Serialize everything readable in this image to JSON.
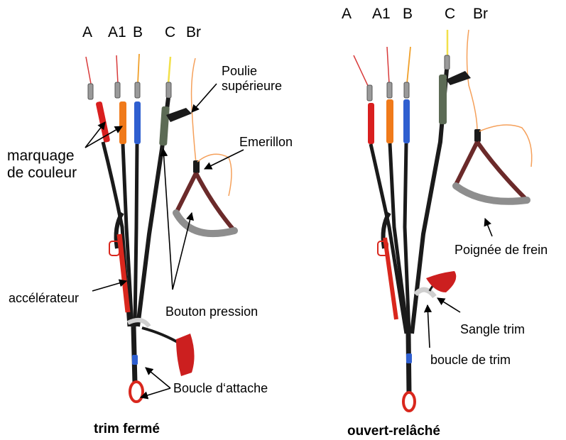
{
  "diagram": {
    "left": {
      "riser_labels": [
        "A",
        "A1",
        "B",
        "C",
        "Br"
      ],
      "labels": {
        "poulie": "Poulie\nsupérieure",
        "emerillon": "Emerillon",
        "marquage": "marquage\nde couleur",
        "accelerateur": "accélérateur",
        "bouton_pression": "Bouton pression",
        "boucle_attache": "Boucle d‘attache"
      },
      "caption": "trim fermé"
    },
    "right": {
      "riser_labels": [
        "A",
        "A1",
        "B",
        "C",
        "Br"
      ],
      "labels": {
        "poignee": "Poignée de frein",
        "sangle_trim": "Sangle trim",
        "boucle_trim": "boucle de trim"
      },
      "caption": "ouvert-relâché"
    },
    "colors": {
      "line_a": "#d83a3a",
      "a_marker": "#d91f1f",
      "a1_marker": "#f07a1a",
      "b_marker": "#2f5fd0",
      "c_line": "#f2e04a",
      "brake_line": "#f5a05a",
      "webbing": "#1a1a1a",
      "handle_band": "#8e8e8e",
      "handle_web": "#6b2a2a",
      "trim_tab": "#cc1f1f"
    }
  }
}
